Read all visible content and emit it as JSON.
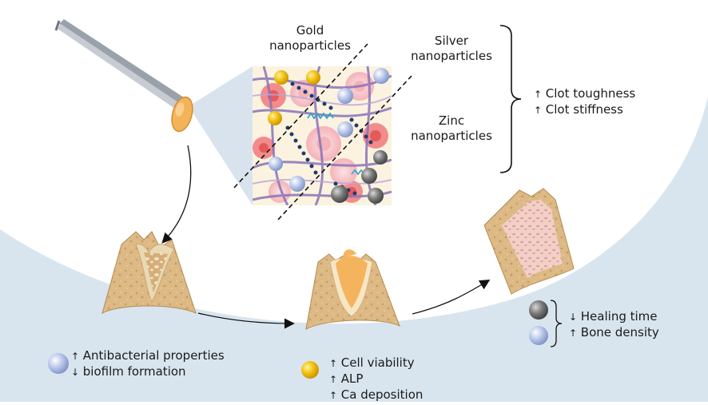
{
  "labels": {
    "gold": [
      "Gold",
      "nanoparticles"
    ],
    "silver": [
      "Silver",
      "nanoparticles"
    ],
    "zinc": [
      "Zinc",
      "nanoparticles"
    ]
  },
  "clot_effects": [
    {
      "arrow": "↑",
      "text": "Clot toughness"
    },
    {
      "arrow": "↑",
      "text": "Clot stiffness"
    }
  ],
  "silver_effects": [
    {
      "arrow": "↑",
      "text": "Antibacterial properties"
    },
    {
      "arrow": "↓",
      "text": "biofilm formation"
    }
  ],
  "gold_effects": [
    {
      "arrow": "↑",
      "text": "Cell viability"
    },
    {
      "arrow": "↑",
      "text": "ALP"
    },
    {
      "arrow": "↑",
      "text": "Ca deposition"
    }
  ],
  "zinc_silver_effects": [
    {
      "arrow": "↓",
      "text": "Healing time"
    },
    {
      "arrow": "↑",
      "text": "Bone density"
    }
  ],
  "colors": {
    "background_band": "#d8e5ef",
    "gold_particle": "#f2b705",
    "silver_particle": "#a9b9e2",
    "zinc_particle": "#6d6d6d",
    "bone": "#d9b77f",
    "clot": "#f4b45e"
  }
}
